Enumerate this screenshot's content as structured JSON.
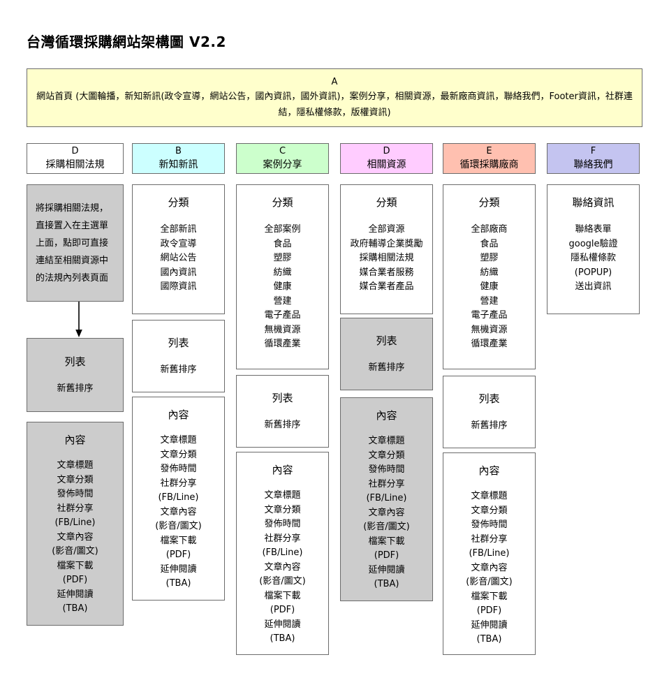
{
  "title": "台灣循環採購網站架構圖 V2.2",
  "hero": {
    "code": "A",
    "desc": "網站首頁 (大圖輪播，新知新訊(政令宣導，網站公告，國內資訊，國外資訊)，案例分享，相關資源，最新廠商資訊，聯絡我們，Footer資訊，社群連結，隱私權條款，版權資訊)",
    "color": "#ffffcc"
  },
  "columns": [
    {
      "code": "D",
      "label": "採購相關法規",
      "header_color": "#ffffff",
      "note": {
        "text": "將採購相關法規，直接置入在主選單上面，點即可直接連結至相關資源中的法規內列表頁面",
        "gray": true
      },
      "list": {
        "title": "列表",
        "items": [
          "新舊排序"
        ],
        "gray": true
      },
      "content": {
        "title": "內容",
        "items": [
          "文章標題",
          "文章分類",
          "發佈時間",
          "社群分享",
          "(FB/Line)",
          "文章內容",
          "(影音/圖文)",
          "檔案下載",
          "(PDF)",
          "延伸閱讀",
          "(TBA)"
        ],
        "gray": true
      }
    },
    {
      "code": "B",
      "label": "新知新訊",
      "header_color": "#ccffff",
      "category": {
        "title": "分類",
        "items": [
          "全部新訊",
          "政令宣導",
          "網站公告",
          "國內資訊",
          "國際資訊"
        ],
        "gray": false
      },
      "list": {
        "title": "列表",
        "items": [
          "新舊排序"
        ],
        "gray": false
      },
      "content": {
        "title": "內容",
        "items": [
          "文章標題",
          "文章分類",
          "發佈時間",
          "社群分享",
          "(FB/Line)",
          "文章內容",
          "(影音/圖文)",
          "檔案下載",
          "(PDF)",
          "延伸閱讀",
          "(TBA)"
        ],
        "gray": false
      }
    },
    {
      "code": "C",
      "label": "案例分享",
      "header_color": "#ccffcc",
      "category": {
        "title": "分類",
        "items": [
          "全部案例",
          "食品",
          "塑膠",
          "紡織",
          "健康",
          "營建",
          "電子產品",
          "無機資源",
          "循環產業"
        ],
        "gray": false
      },
      "list": {
        "title": "列表",
        "items": [
          "新舊排序"
        ],
        "gray": false
      },
      "content": {
        "title": "內容",
        "items": [
          "文章標題",
          "文章分類",
          "發佈時間",
          "社群分享",
          "(FB/Line)",
          "文章內容",
          "(影音/圖文)",
          "檔案下載",
          "(PDF)",
          "延伸閱讀",
          "(TBA)"
        ],
        "gray": false
      }
    },
    {
      "code": "D",
      "label": "相關資源",
      "header_color": "#ffccff",
      "category": {
        "title": "分類",
        "items": [
          "全部資源",
          "政府輔導企業獎勵",
          "採購相關法規",
          "媒合業者服務",
          "媒合業者產品"
        ],
        "gray": false
      },
      "list": {
        "title": "列表",
        "items": [
          "新舊排序"
        ],
        "gray": true
      },
      "content": {
        "title": "內容",
        "items": [
          "文章標題",
          "文章分類",
          "發佈時間",
          "社群分享",
          "(FB/Line)",
          "文章內容",
          "(影音/圖文)",
          "檔案下載",
          "(PDF)",
          "延伸閱讀",
          "(TBA)"
        ],
        "gray": true
      }
    },
    {
      "code": "E",
      "label": "循環採購廠商",
      "header_color": "#ffc0b0",
      "category": {
        "title": "分類",
        "items": [
          "全部廠商",
          "食品",
          "塑膠",
          "紡織",
          "健康",
          "營建",
          "電子產品",
          "無機資源",
          "循環產業"
        ],
        "gray": false
      },
      "list": {
        "title": "列表",
        "items": [
          "新舊排序"
        ],
        "gray": false
      },
      "content": {
        "title": "內容",
        "items": [
          "文章標題",
          "文章分類",
          "發佈時間",
          "社群分享",
          "(FB/Line)",
          "文章內容",
          "(影音/圖文)",
          "檔案下載",
          "(PDF)",
          "延伸閱讀",
          "(TBA)"
        ],
        "gray": false
      }
    },
    {
      "code": "F",
      "label": "聯絡我們",
      "header_color": "#c4c4f0",
      "contact": {
        "title": "聯絡資訊",
        "items": [
          "聯絡表單",
          "google驗證",
          "隱私權條款",
          "(POPUP)",
          "送出資訊"
        ],
        "gray": false
      }
    }
  ]
}
